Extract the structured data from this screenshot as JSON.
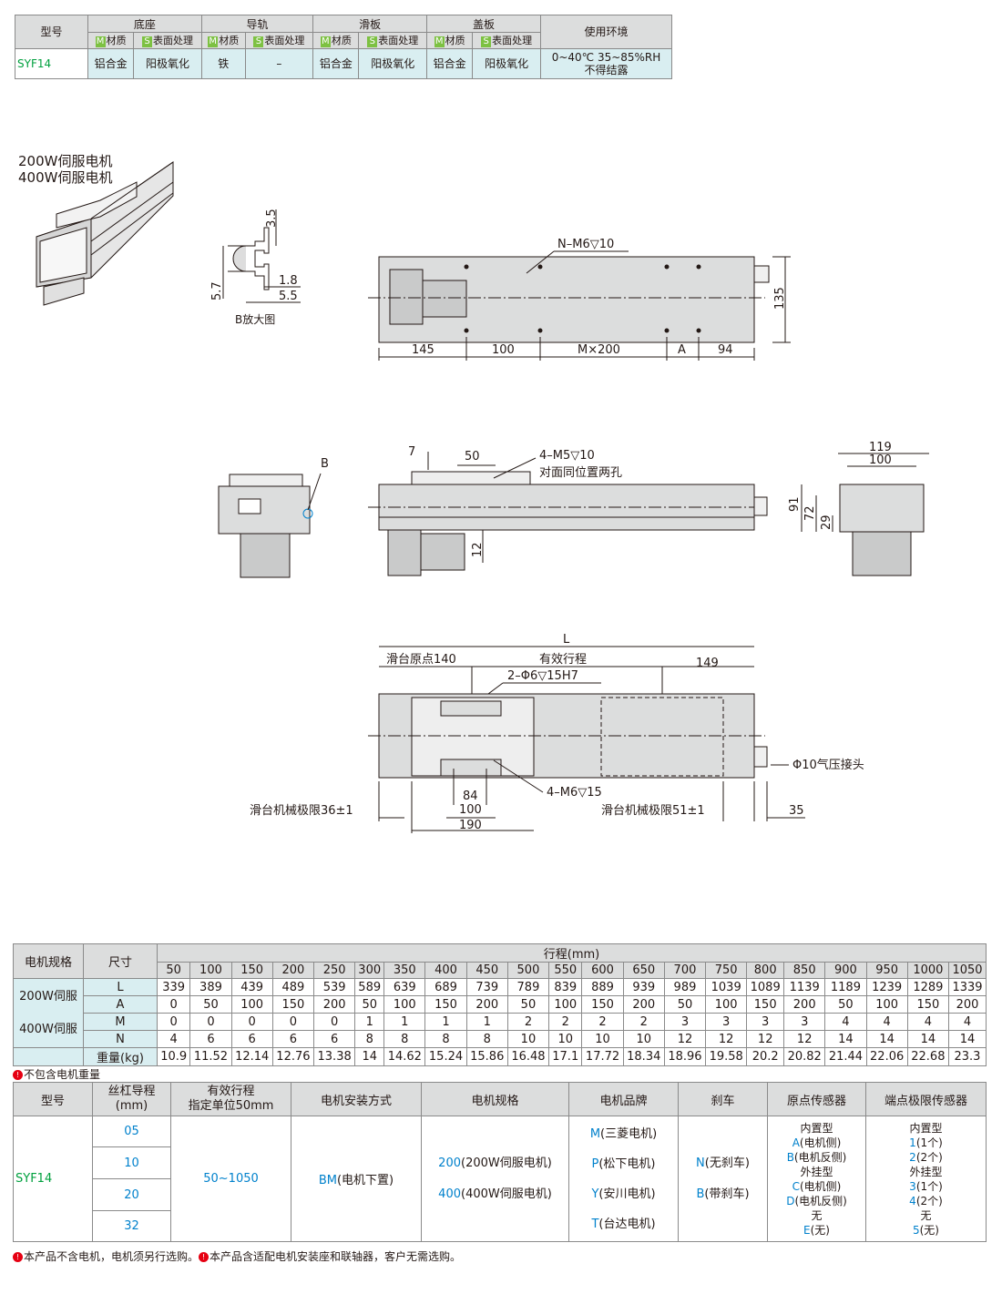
{
  "spec_table": {
    "h_model": "型号",
    "h_base": "底座",
    "h_rail": "导轨",
    "h_slide": "滑板",
    "h_cover": "盖板",
    "h_env": "使用环境",
    "m_tag": "M",
    "s_tag": "S",
    "h_material": "材质",
    "h_surface": "表面处理",
    "model": "SYF14",
    "base_material": "铝合金",
    "base_surface": "阳极氧化",
    "rail_material": "铁",
    "rail_surface": "–",
    "slide_material": "铝合金",
    "slide_surface": "阳极氧化",
    "cover_material": "铝合金",
    "cover_surface": "阳极氧化",
    "env_line1": "0~40℃ 35~85%RH",
    "env_line2": "不得结露"
  },
  "drawing": {
    "motor_label_1": "200W伺服电机",
    "motor_label_2": "400W伺服电机",
    "detail": {
      "d35": "3.5",
      "d57": "5.7",
      "d18": "1.8",
      "d55": "5.5",
      "caption": "B放大图"
    },
    "top_view": {
      "hole_note": "N–M6▽10",
      "d145": "145",
      "d100": "100",
      "dM200": "M×200",
      "dA": "A",
      "d94": "94",
      "d135": "135"
    },
    "front_view": {
      "d7": "7",
      "d50": "50",
      "hole_note": "4–M5▽10",
      "hole_note2": "对面同位置两孔",
      "d12": "12"
    },
    "side_view": {
      "B": "B"
    },
    "end_view": {
      "d119": "119",
      "d100": "100",
      "d91": "91",
      "d72": "72",
      "d29": "29"
    },
    "bottom_view": {
      "L": "L",
      "origin": "滑台原点140",
      "stroke": "有效行程",
      "d149": "149",
      "pin_note": "2–Φ6▽15H7",
      "air": "Φ10气压接头",
      "hole_note": "4–M6▽15",
      "d84": "84",
      "d100": "100",
      "d190": "190",
      "limit_left": "滑台机械极限36±1",
      "limit_right": "滑台机械极限51±1",
      "d35": "35"
    }
  },
  "stroke_table": {
    "h_motor": "电机规格",
    "h_dim": "尺寸",
    "h_stroke": "行程(mm)",
    "strokes": [
      "50",
      "100",
      "150",
      "200",
      "250",
      "300",
      "350",
      "400",
      "450",
      "500",
      "550",
      "600",
      "650",
      "700",
      "750",
      "800",
      "850",
      "900",
      "950",
      "1000",
      "1050"
    ],
    "motor_1": "200W伺服",
    "motor_2": "400W伺服",
    "rows": [
      {
        "label": "L",
        "values": [
          "339",
          "389",
          "439",
          "489",
          "539",
          "589",
          "639",
          "689",
          "739",
          "789",
          "839",
          "889",
          "939",
          "989",
          "1039",
          "1089",
          "1139",
          "1189",
          "1239",
          "1289",
          "1339"
        ]
      },
      {
        "label": "A",
        "values": [
          "0",
          "50",
          "100",
          "150",
          "200",
          "50",
          "100",
          "150",
          "200",
          "50",
          "100",
          "150",
          "200",
          "50",
          "100",
          "150",
          "200",
          "50",
          "100",
          "150",
          "200"
        ]
      },
      {
        "label": "M",
        "values": [
          "0",
          "0",
          "0",
          "0",
          "0",
          "1",
          "1",
          "1",
          "1",
          "2",
          "2",
          "2",
          "2",
          "3",
          "3",
          "3",
          "3",
          "4",
          "4",
          "4",
          "4"
        ]
      },
      {
        "label": "N",
        "values": [
          "4",
          "6",
          "6",
          "6",
          "6",
          "8",
          "8",
          "8",
          "8",
          "10",
          "10",
          "10",
          "10",
          "12",
          "12",
          "12",
          "12",
          "14",
          "14",
          "14",
          "14"
        ]
      },
      {
        "label": "重量(kg)",
        "values": [
          "10.9",
          "11.52",
          "12.14",
          "12.76",
          "13.38",
          "14",
          "14.62",
          "15.24",
          "15.86",
          "16.48",
          "17.1",
          "17.72",
          "18.34",
          "18.96",
          "19.58",
          "20.2",
          "20.82",
          "21.44",
          "22.06",
          "22.68",
          "23.3"
        ]
      }
    ],
    "note": "不包含电机重量"
  },
  "order_table": {
    "h_model": "型号",
    "h_lead": "丝杠导程",
    "h_lead_unit": "(mm)",
    "h_stroke": "有效行程",
    "h_stroke2": "指定单位50mm",
    "h_mount": "电机安装方式",
    "h_motor": "电机规格",
    "h_brand": "电机品牌",
    "h_brake": "刹车",
    "h_origin": "原点传感器",
    "h_limit": "端点极限传感器",
    "model": "SYF14",
    "leads": [
      "05",
      "10",
      "20",
      "32"
    ],
    "stroke_range": "50~1050",
    "mount_code": "BM",
    "mount_text": "(电机下置)",
    "motor_200_code": "200",
    "motor_200_text": "(200W伺服电机)",
    "motor_400_code": "400",
    "motor_400_text": "(400W伺服电机)",
    "brands": [
      {
        "code": "M",
        "text": "(三菱电机)"
      },
      {
        "code": "P",
        "text": "(松下电机)"
      },
      {
        "code": "Y",
        "text": "(安川电机)"
      },
      {
        "code": "T",
        "text": "(台达电机)"
      }
    ],
    "brake_n_code": "N",
    "brake_n_text": "(无刹车)",
    "brake_b_code": "B",
    "brake_b_text": "(带刹车)",
    "origin": {
      "inner": "内置型",
      "a_code": "A",
      "a_text": "(电机侧)",
      "b_code": "B",
      "b_text": "(电机反侧)",
      "outer": "外挂型",
      "c_code": "C",
      "c_text": "(电机侧)",
      "d_code": "D",
      "d_text": "(电机反侧)",
      "none": "无",
      "e_code": "E",
      "e_text": "(无)"
    },
    "limit": {
      "inner": "内置型",
      "c1_code": "1",
      "c1_text": "(1个)",
      "c2_code": "2",
      "c2_text": "(2个)",
      "outer": "外挂型",
      "c3_code": "3",
      "c3_text": "(1个)",
      "c4_code": "4",
      "c4_text": "(2个)",
      "none": "无",
      "c5_code": "5",
      "c5_text": "(无)"
    },
    "note1": "本产品不含电机，电机须另行选购。",
    "note2": "本产品含适配电机安装座和联轴器，客户无需选购。"
  }
}
